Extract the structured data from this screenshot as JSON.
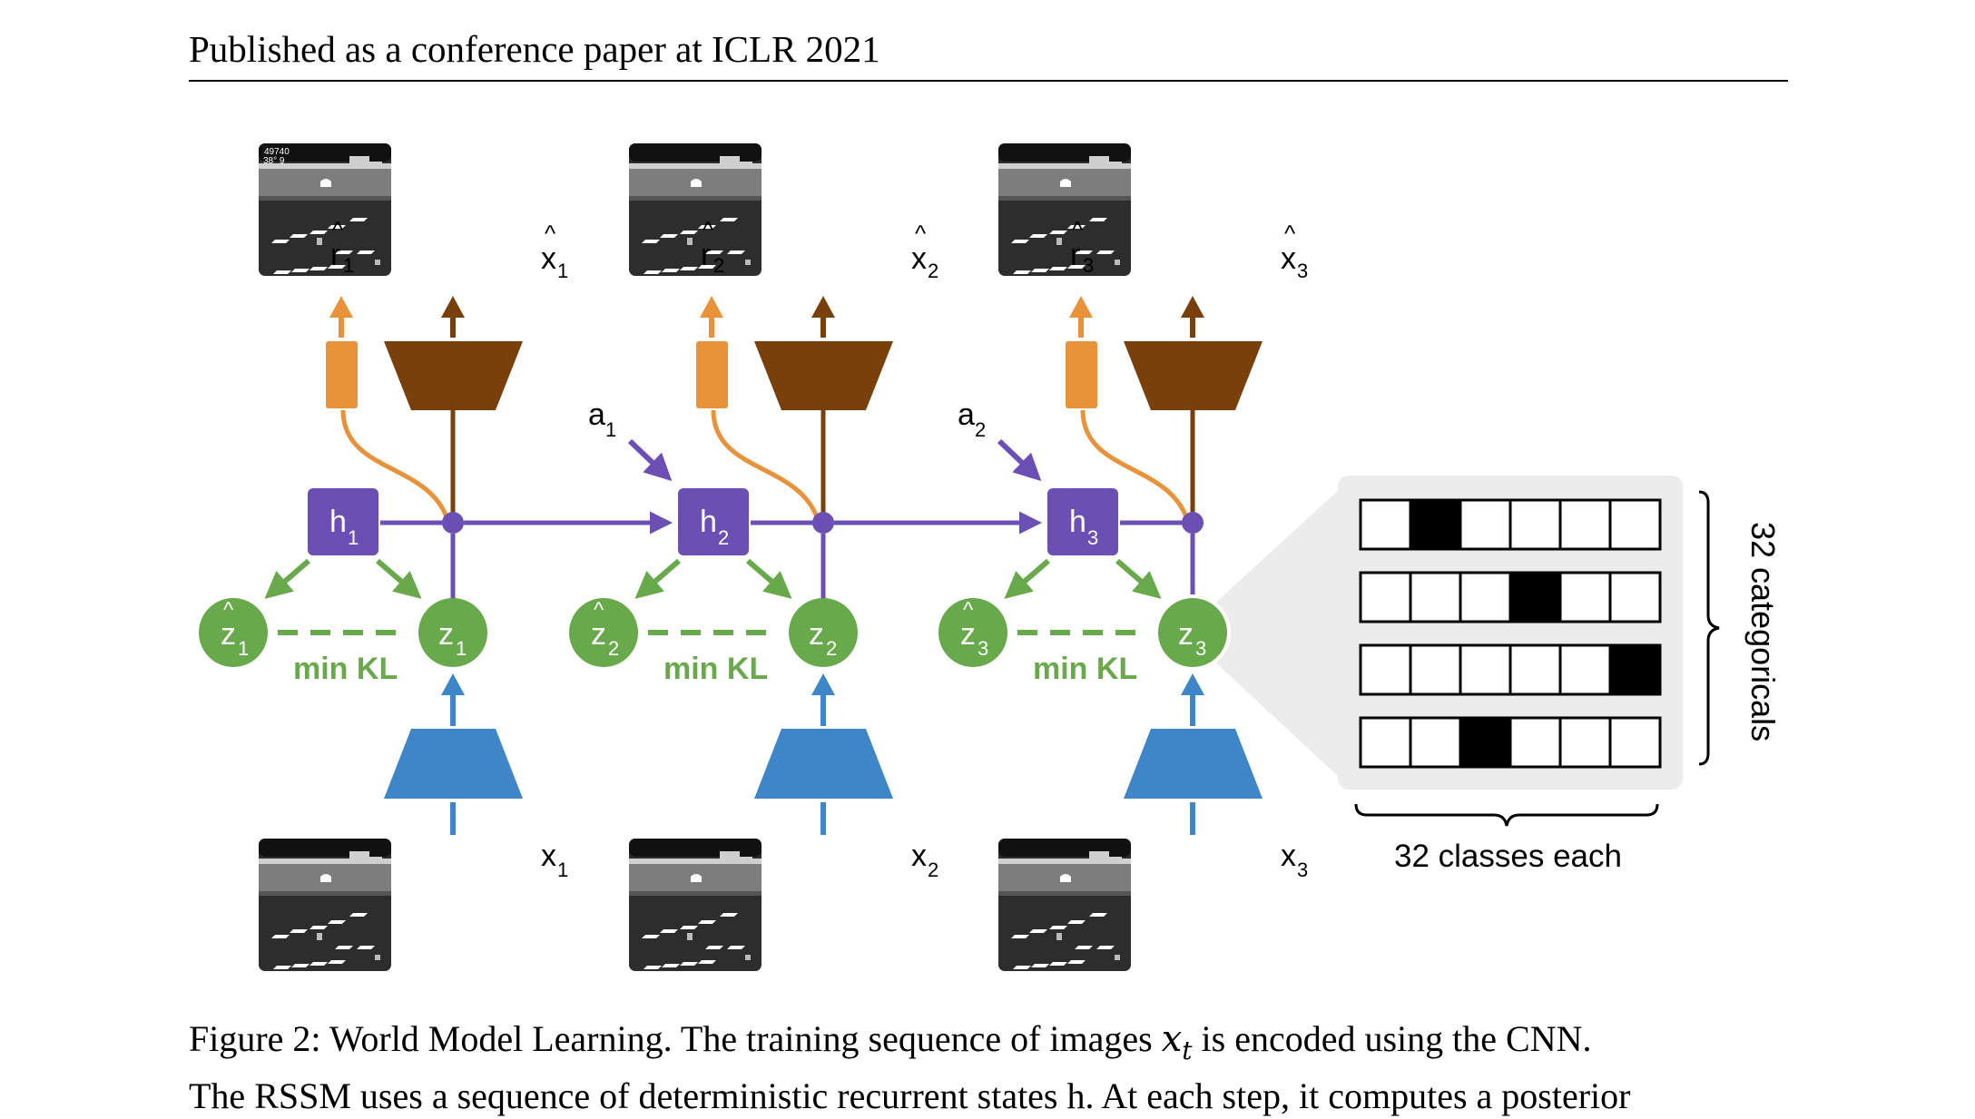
{
  "header": {
    "text": "Published as a conference paper at ICLR 2021"
  },
  "diagram": {
    "steps": [
      {
        "r_hat": "r",
        "r_sub": "1",
        "x_hat": "x",
        "x_hat_sub": "1",
        "h": "h",
        "h_sub": "1",
        "z": "z",
        "z_sub": "1",
        "z_hat": "z",
        "z_hat_sub": "1",
        "x": "x",
        "x_sub": "1",
        "kl": "min KL"
      },
      {
        "r_hat": "r",
        "r_sub": "2",
        "x_hat": "x",
        "x_hat_sub": "2",
        "h": "h",
        "h_sub": "2",
        "z": "z",
        "z_sub": "2",
        "z_hat": "z",
        "z_hat_sub": "2",
        "x": "x",
        "x_sub": "2",
        "kl": "min KL"
      },
      {
        "r_hat": "r",
        "r_sub": "3",
        "x_hat": "x",
        "x_hat_sub": "3",
        "h": "h",
        "h_sub": "3",
        "z": "z",
        "z_sub": "3",
        "z_hat": "z",
        "z_hat_sub": "3",
        "x": "x",
        "x_sub": "3",
        "kl": "min KL"
      }
    ],
    "actions": [
      {
        "label": "a",
        "sub": "1"
      },
      {
        "label": "a",
        "sub": "2"
      }
    ],
    "categorical_label": "32 categoricals",
    "classes_label": "32 classes each",
    "grid_onehot_columns": [
      1,
      3,
      5,
      2
    ],
    "game_score": "49740",
    "game_stats": "38°    9",
    "colors": {
      "purple": "#6b4fb5",
      "green": "#67a94b",
      "blue": "#3f86c8",
      "orange": "#e8923a",
      "brown": "#7a400c"
    }
  },
  "caption": {
    "line1_pre": "Figure 2: World Model Learning. The training sequence of images ",
    "line1_var": "x",
    "line1_var_sub": "t",
    "line1_post": " is encoded using the CNN.",
    "line2": "The RSSM uses a sequence of deterministic recurrent states h. At each step, it computes a posterior"
  }
}
